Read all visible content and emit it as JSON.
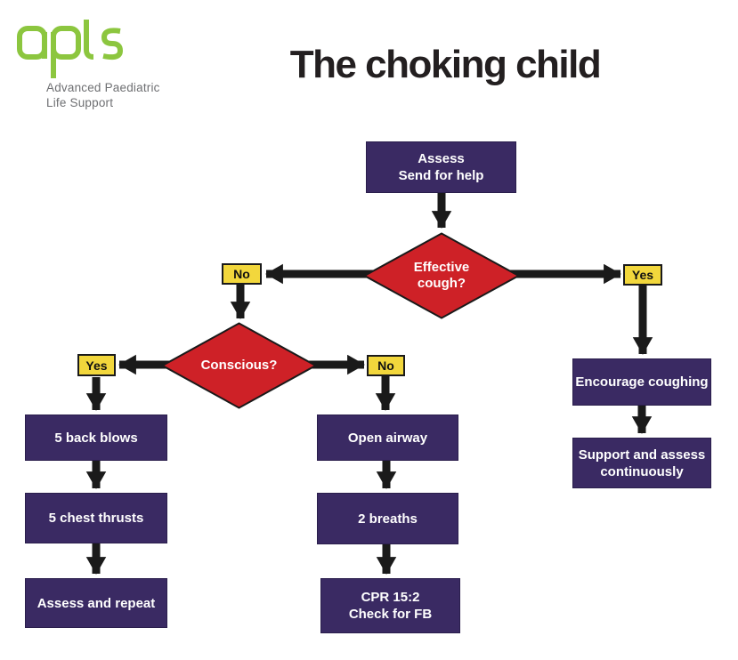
{
  "header": {
    "logo_text": "apls",
    "logo_subtitle_line1": "Advanced Paediatric",
    "logo_subtitle_line2": "Life Support",
    "title": "The choking child"
  },
  "colors": {
    "box_purple": "#3A2A63",
    "diamond_red": "#CE2127",
    "label_yellow": "#F2D73C",
    "arrow_black": "#1A1A1A",
    "logo_green": "#8CC63F",
    "subtitle_gray": "#6E6F72"
  },
  "nodes": {
    "assess": {
      "line1": "Assess",
      "line2": "Send for help"
    },
    "effective_cough": {
      "line1": "Effective",
      "line2": "cough?"
    },
    "no_top": {
      "label": "No"
    },
    "yes_top": {
      "label": "Yes"
    },
    "conscious": {
      "label": "Conscious?"
    },
    "yes_left": {
      "label": "Yes"
    },
    "no_mid": {
      "label": "No"
    },
    "back_blows": {
      "label": "5 back blows"
    },
    "chest_thrusts": {
      "label": "5 chest thrusts"
    },
    "assess_repeat": {
      "label": "Assess and repeat"
    },
    "open_airway": {
      "label": "Open airway"
    },
    "breaths": {
      "label": "2 breaths"
    },
    "cpr": {
      "line1": "CPR 15:2",
      "line2": "Check for FB"
    },
    "encourage": {
      "label": "Encourage coughing"
    },
    "support": {
      "line1": "Support and assess",
      "line2": "continuously"
    }
  }
}
